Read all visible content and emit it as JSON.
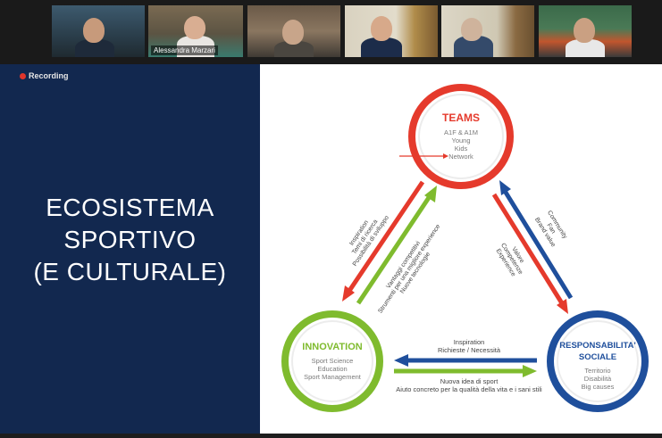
{
  "meeting": {
    "participants": [
      {
        "name": ""
      },
      {
        "name": "Alessandra Marzari"
      },
      {
        "name": ""
      },
      {
        "name": ""
      },
      {
        "name": ""
      },
      {
        "name": ""
      }
    ],
    "recording_label": "Recording"
  },
  "slide": {
    "title_lines": [
      "ECOSISTEMA",
      "SPORTIVO",
      "(E CULTURALE)"
    ],
    "colors": {
      "teams": "#e53a2c",
      "innovation": "#7fbb2e",
      "sociale": "#1f4f9c",
      "background": "#12284f"
    },
    "teams": {
      "title": "TEAMS",
      "items": [
        "A1F & A1M",
        "Young",
        "Kids",
        "Network"
      ]
    },
    "innovation": {
      "title": "INNOVATION",
      "items": [
        "Sport Science",
        "Education",
        "Sport Management"
      ]
    },
    "sociale": {
      "title_lines": [
        "RESPONSABILITA'",
        "SOCIALE"
      ],
      "items": [
        "Territorio",
        "Disabilità",
        "Big causes"
      ]
    },
    "arrow_left_labels": [
      "Inspiration",
      "Temi di ricerca",
      "Possibilità di sviluppo"
    ],
    "arrow_left_inner_labels": [
      "Vantaggi competitivi",
      "Strumenti per una migliore experience",
      "Nuove tecnologie"
    ],
    "arrow_right_outer_labels": [
      "Community",
      "Fan",
      "Brand value"
    ],
    "arrow_right_inner_labels": [
      "Valore",
      "Competenze",
      "Experience"
    ],
    "arrow_bottom_top_labels": [
      "Inspiration",
      "Richieste / Necessità"
    ],
    "arrow_bottom_bottom_labels": [
      "Nuova idea di sport",
      "Aiuto concreto per la qualità della vita e i sani stili"
    ]
  }
}
